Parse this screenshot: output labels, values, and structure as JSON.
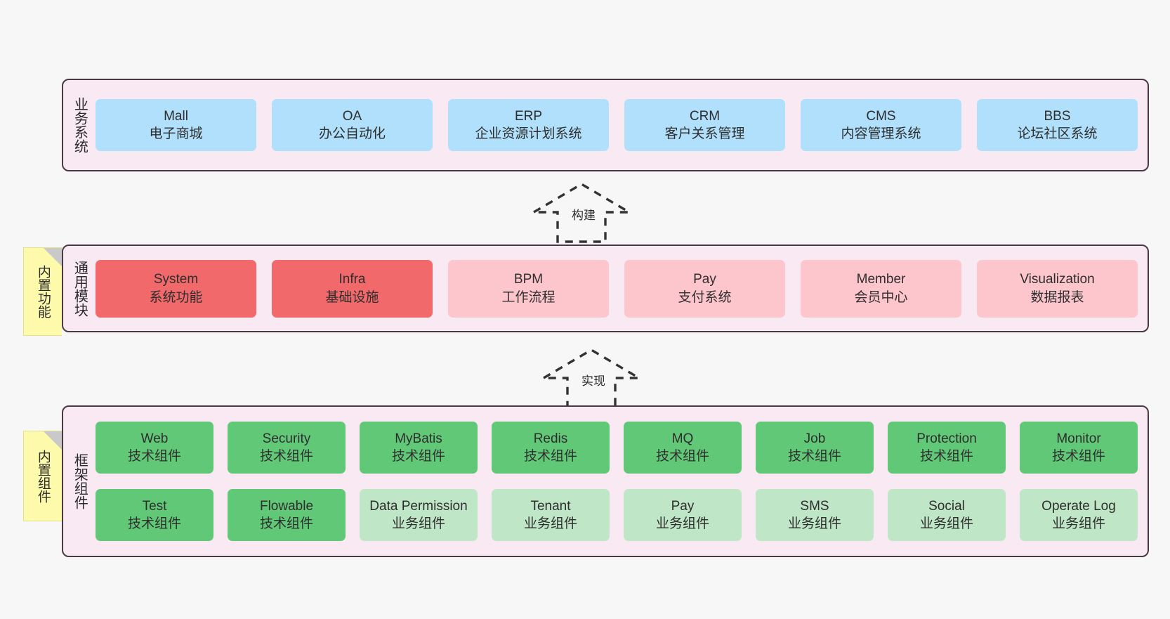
{
  "diagram": {
    "layers": [
      {
        "id": "business",
        "title": "业务系统",
        "note": null,
        "rows": [
          {
            "cards": [
              {
                "en": "Mall",
                "cn": "电子商城",
                "color": "c-blue"
              },
              {
                "en": "OA",
                "cn": "办公自动化",
                "color": "c-blue"
              },
              {
                "en": "ERP",
                "cn": "企业资源计划系统",
                "color": "c-blue"
              },
              {
                "en": "CRM",
                "cn": "客户关系管理",
                "color": "c-blue"
              },
              {
                "en": "CMS",
                "cn": "内容管理系统",
                "color": "c-blue"
              },
              {
                "en": "BBS",
                "cn": "论坛社区系统",
                "color": "c-blue"
              }
            ]
          }
        ]
      },
      {
        "id": "modules",
        "title": "通用模块",
        "note": "内置功能",
        "rows": [
          {
            "cards": [
              {
                "en": "System",
                "cn": "系统功能",
                "color": "c-red"
              },
              {
                "en": "Infra",
                "cn": "基础设施",
                "color": "c-red"
              },
              {
                "en": "BPM",
                "cn": "工作流程",
                "color": "c-pink"
              },
              {
                "en": "Pay",
                "cn": "支付系统",
                "color": "c-pink"
              },
              {
                "en": "Member",
                "cn": "会员中心",
                "color": "c-pink"
              },
              {
                "en": "Visualization",
                "cn": "数据报表",
                "color": "c-pink"
              }
            ]
          }
        ]
      },
      {
        "id": "framework",
        "title": "框架组件",
        "note": "内置组件",
        "rows": [
          {
            "cards": [
              {
                "en": "Web",
                "cn": "技术组件",
                "color": "c-green"
              },
              {
                "en": "Security",
                "cn": "技术组件",
                "color": "c-green"
              },
              {
                "en": "MyBatis",
                "cn": "技术组件",
                "color": "c-green"
              },
              {
                "en": "Redis",
                "cn": "技术组件",
                "color": "c-green"
              },
              {
                "en": "MQ",
                "cn": "技术组件",
                "color": "c-green"
              },
              {
                "en": "Job",
                "cn": "技术组件",
                "color": "c-green"
              },
              {
                "en": "Protection",
                "cn": "技术组件",
                "color": "c-green"
              },
              {
                "en": "Monitor",
                "cn": "技术组件",
                "color": "c-green"
              }
            ]
          },
          {
            "cards": [
              {
                "en": "Test",
                "cn": "技术组件",
                "color": "c-green"
              },
              {
                "en": "Flowable",
                "cn": "技术组件",
                "color": "c-green"
              },
              {
                "en": "Data Permission",
                "cn": "业务组件",
                "color": "c-green-light",
                "wrap": true
              },
              {
                "en": "Tenant",
                "cn": "业务组件",
                "color": "c-green-light"
              },
              {
                "en": "Pay",
                "cn": "业务组件",
                "color": "c-green-light"
              },
              {
                "en": "SMS",
                "cn": "业务组件",
                "color": "c-green-light"
              },
              {
                "en": "Social",
                "cn": "业务组件",
                "color": "c-green-light"
              },
              {
                "en": "Operate Log",
                "cn": "业务组件",
                "color": "c-green-light"
              }
            ]
          }
        ]
      }
    ],
    "arrows": [
      {
        "id": "build",
        "label": "构建"
      },
      {
        "id": "impl",
        "label": "实现"
      }
    ],
    "colors": {
      "panel_background": "#f8e9f3",
      "panel_border": "#4a3a44",
      "page_background": "#f7f7f7",
      "blue": "#b0e0fb",
      "red": "#f2696b",
      "pink": "#fdc6cd",
      "green": "#61c878",
      "green_light": "#bfe7c7",
      "note_yellow": "#fdfaab",
      "note_fold": "#c9c9c9",
      "arrow_stroke": "#333333"
    }
  }
}
